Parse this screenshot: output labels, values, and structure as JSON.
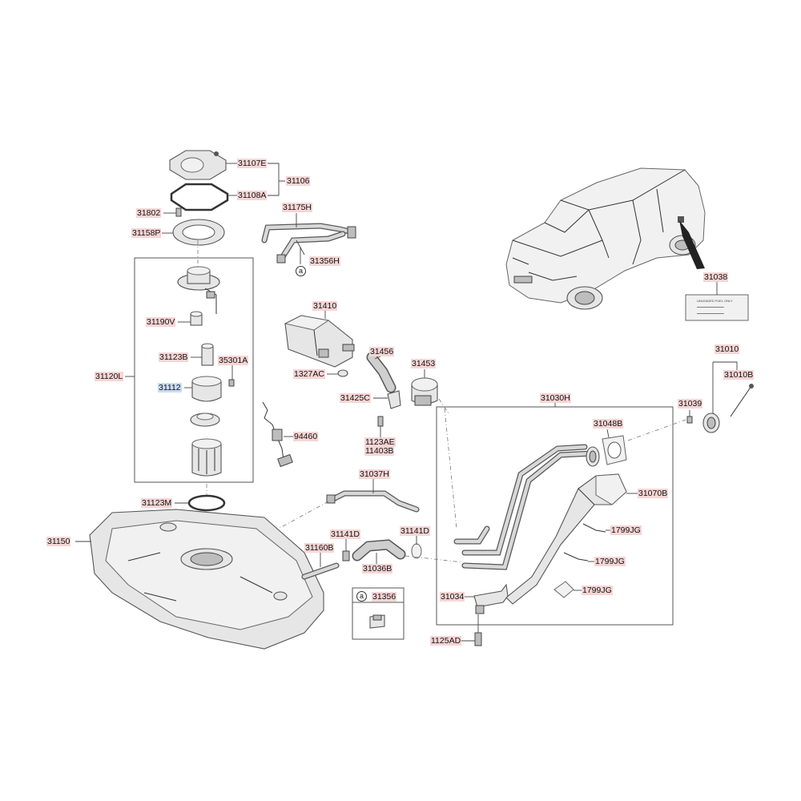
{
  "labels": {
    "p31107E": "31107E",
    "p31106": "31106",
    "p31108A": "31108A",
    "p31802": "31802",
    "p31158P": "31158P",
    "p31175H": "31175H",
    "p31356H": "31356H",
    "p31120L": "31120L",
    "p31190V": "31190V",
    "p31123B": "31123B",
    "p35301A": "35301A",
    "p31112": "31112",
    "p94460": "94460",
    "p31410": "31410",
    "p1327AC": "1327AC",
    "p31456": "31456",
    "p31453": "31453",
    "p31425C": "31425C",
    "p1123AE": "1123AE",
    "p11403B": "11403B",
    "p31038": "31038",
    "p31010": "31010",
    "p31010B": "31010B",
    "p31039": "31039",
    "p31030H": "31030H",
    "p31048B": "31048B",
    "p31070B": "31070B",
    "p1799JG_1": "1799JG",
    "p1799JG_2": "1799JG",
    "p1799JG_3": "1799JG",
    "p31037H": "31037H",
    "p31123M": "31123M",
    "p31150": "31150",
    "p31141D_1": "31141D",
    "p31141D_2": "31141D",
    "p31160B": "31160B",
    "p31036B": "31036B",
    "p31356": "31356",
    "p31034": "31034",
    "p1125AD": "1125AD"
  },
  "callout": {
    "letter_hose": "a",
    "letter_box": "a"
  },
  "decal": {
    "line1": "UNLEADED FUEL ONLY",
    "line2": "━━━━━━━━━━━━━━",
    "line3": "━━━━━━━━━━━━━━"
  },
  "selected_part": "31112"
}
